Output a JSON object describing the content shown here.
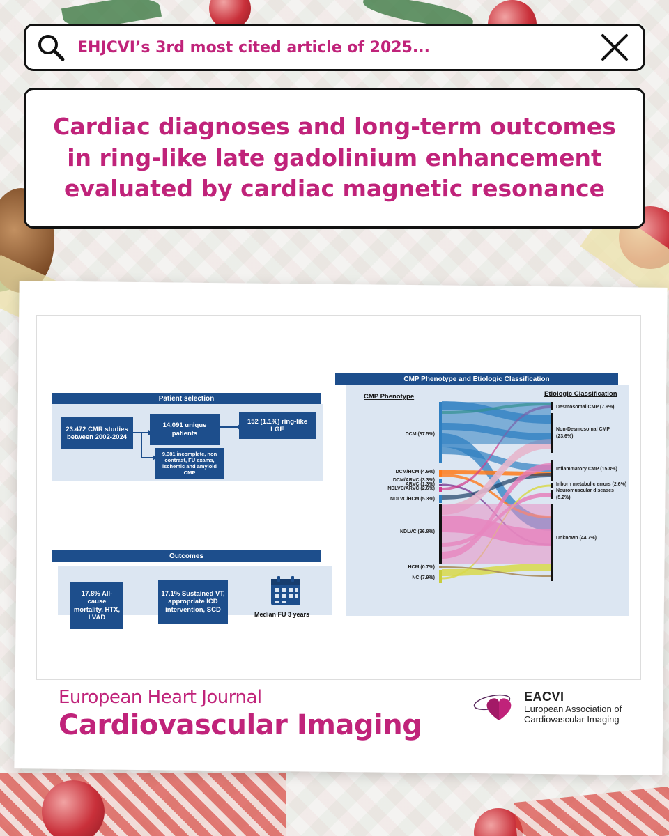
{
  "search": {
    "query": "EHJCVI’s 3rd most cited article of 2025..."
  },
  "headline": {
    "line1": "Cardiac diagnoses and long-term outcomes",
    "line2": "in ring-like late gadolinium enhancement",
    "line3": "evaluated by cardiac magnetic resonance"
  },
  "abstract": {
    "patient_selection": {
      "header": "Patient selection",
      "box1": "23.472 CMR studies between 2002-2024",
      "box2": "14.091 unique patients",
      "box3": "152 (1.1%) ring-like LGE",
      "excluded": "9.381 incomplete, non contrast, FU exams, ischemic and amyloid CMP"
    },
    "outcomes": {
      "header": "Outcomes",
      "o1": "17.8% All-cause mortality, HTX, LVAD",
      "o2": "17.1% Sustained VT, appropriate ICD intervention, SCD",
      "fu": "Median FU 3 years"
    },
    "sankey": {
      "header": "CMP Phenotype and Etiologic Classification",
      "left_title": "CMP Phenotype",
      "right_title": "Etiologic Classification",
      "left": [
        "DCM (37.5%)",
        "DCM/HCM (4.6%)",
        "DCM/ARVC (3.3%)",
        "ARVC (1.3%)",
        "NDLVC/ARVC (2.6%)",
        "NDLVC/HCM (5.3%)",
        "NDLVC (36.8%)",
        "HCM (0.7%)",
        "NC (7.9%)"
      ],
      "right": [
        "Desmosomal CMP (7.9%)",
        "Non-Desmosomal CMP",
        "(23.6%)",
        "Inflammatory CMP (15.8%)",
        "Inborn metabolic errors (2.6%)",
        "Neuromuscular diseases",
        "(5.2%)",
        "Unknown (44.7%)"
      ]
    }
  },
  "journal": {
    "name": "European Heart Journal",
    "section": "Cardiovascular Imaging"
  },
  "eacvi": {
    "abbr": "EACVI",
    "line1": "European Association of",
    "line2": "Cardiovascular Imaging"
  },
  "colors": {
    "accent": "#c0237a",
    "navy": "#1d4e8c"
  }
}
